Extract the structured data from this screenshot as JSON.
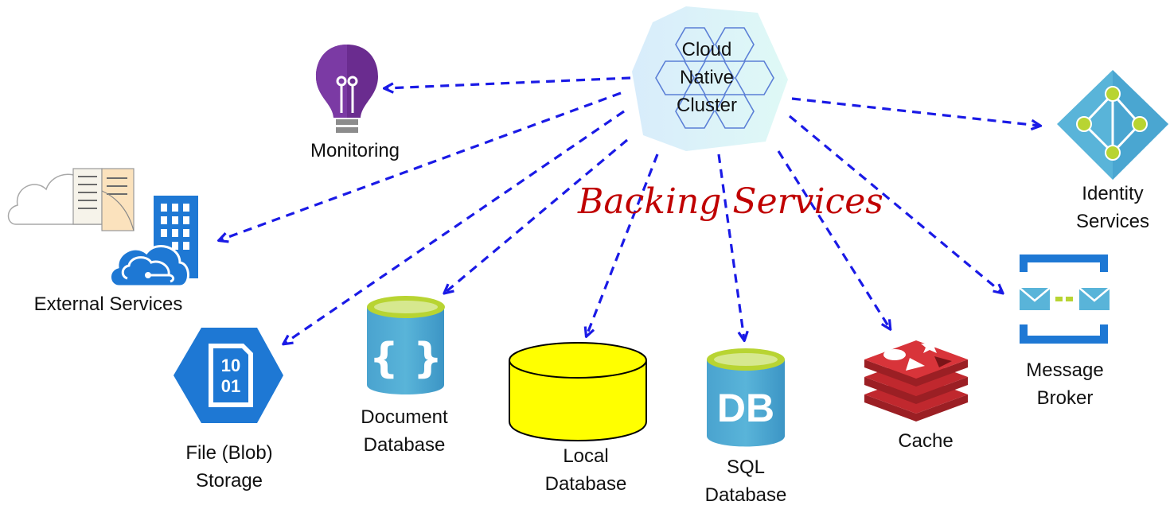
{
  "hub": {
    "lines": [
      "Cloud",
      "Native",
      "Cluster"
    ]
  },
  "title": "Backing Services",
  "nodes": {
    "monitoring": {
      "lines": [
        "Monitoring"
      ]
    },
    "external": {
      "lines": [
        "External Services"
      ]
    },
    "blob": {
      "lines": [
        "File (Blob)",
        "Storage"
      ]
    },
    "document": {
      "lines": [
        "Document",
        "Database"
      ]
    },
    "local": {
      "lines": [
        "Local",
        "Database"
      ]
    },
    "sql": {
      "lines": [
        "SQL",
        "Database"
      ],
      "icon_text": "DB"
    },
    "cache": {
      "lines": [
        "Cache"
      ]
    },
    "broker": {
      "lines": [
        "Message",
        "Broker"
      ]
    },
    "identity": {
      "lines": [
        "Identity",
        "Services"
      ]
    }
  },
  "blob_icon_text": [
    "10",
    "01"
  ],
  "colors": {
    "arrow": "#1a1ae6",
    "title": "#c00000",
    "azure_blue": "#1e78d4",
    "db_blue": "#59b4d9",
    "db_green": "#b8d432",
    "local_db": "#ffff00",
    "cache_red": "#c0282e",
    "monitor_purple": "#6a2c8f",
    "identity_blue": "#59b4d9",
    "identity_green": "#b8d432"
  },
  "icons": {
    "hub": "hexagon-cluster-icon",
    "monitoring": "lightbulb-icon",
    "external": "cloud-building-icon",
    "blob": "blob-file-icon",
    "document": "cosmos-db-icon",
    "local": "cylinder-db-icon",
    "sql": "sql-db-icon",
    "cache": "redis-stack-icon",
    "broker": "service-bus-icon",
    "identity": "active-directory-icon"
  }
}
